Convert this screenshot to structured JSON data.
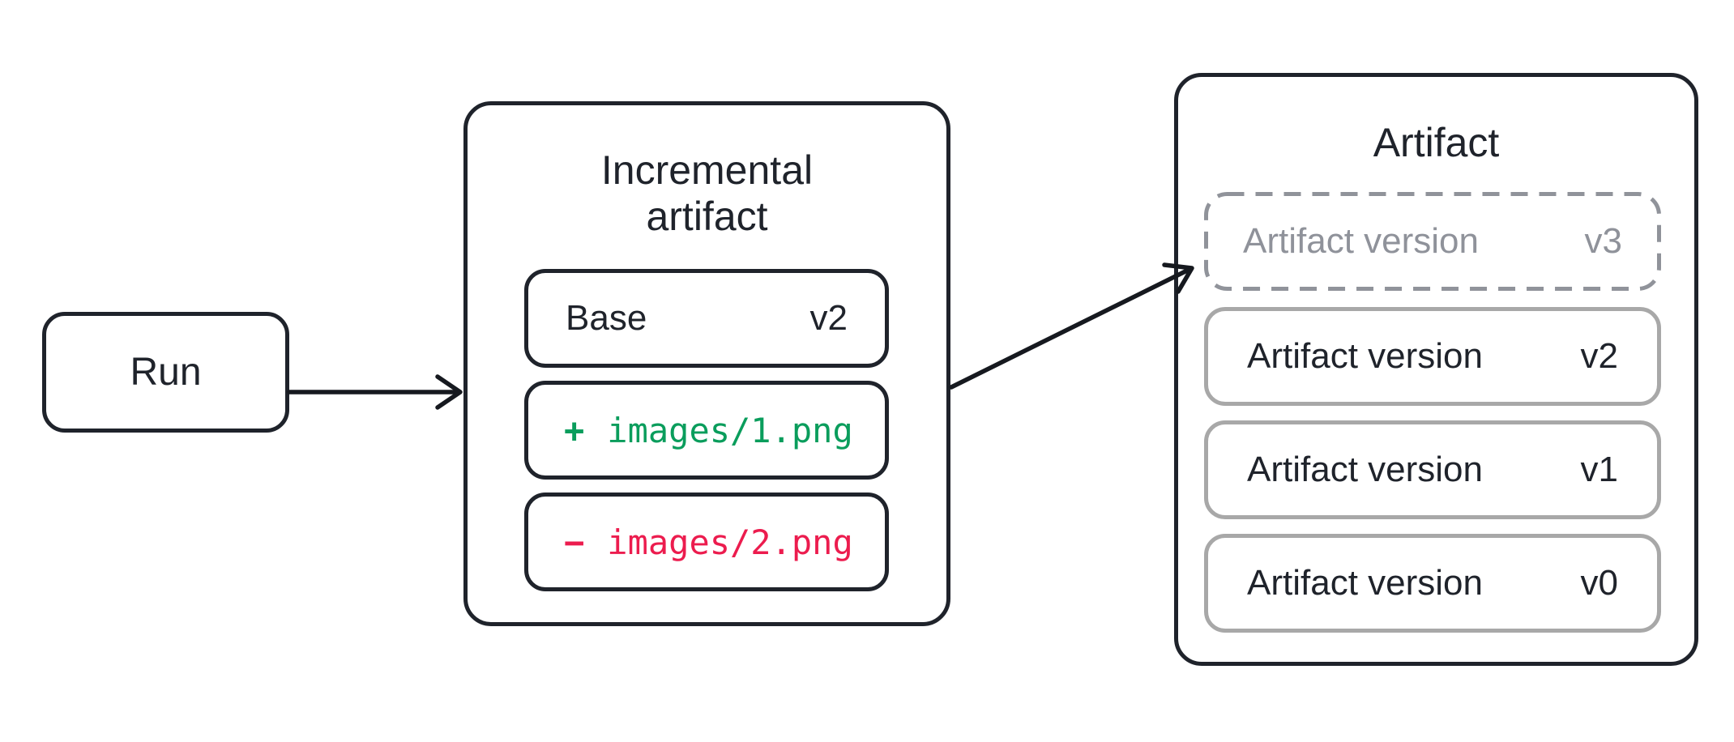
{
  "diagram": {
    "run": {
      "label": "Run"
    },
    "incremental_artifact": {
      "title": "Incremental artifact",
      "base": {
        "label": "Base",
        "version": "v2"
      },
      "added_file": {
        "op": "+",
        "path": "images/1.png"
      },
      "removed_file": {
        "op": "−",
        "path": "images/2.png"
      }
    },
    "artifact": {
      "title": "Artifact",
      "versions": [
        {
          "label": "Artifact version",
          "version": "v3",
          "state": "pending"
        },
        {
          "label": "Artifact version",
          "version": "v2",
          "state": "committed"
        },
        {
          "label": "Artifact version",
          "version": "v1",
          "state": "committed"
        },
        {
          "label": "Artifact version",
          "version": "v0",
          "state": "committed"
        }
      ]
    },
    "colors": {
      "ink": "#1f232b",
      "added_green": "#0a9d5c",
      "removed_red": "#ec1c4e",
      "muted_gray": "#8f929a",
      "gray_border": "#a8a8a8",
      "background": "#ffffff"
    }
  }
}
